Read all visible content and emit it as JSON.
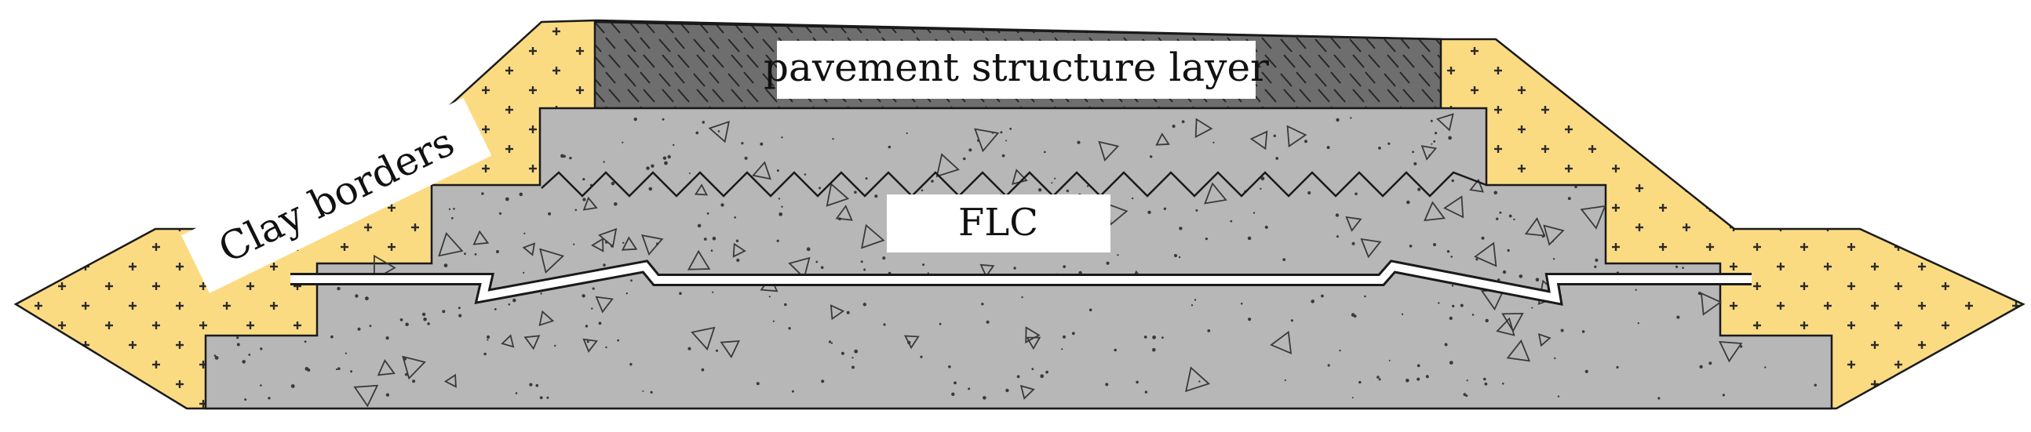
{
  "diagram": {
    "labels": {
      "pavement": "pavement structure layer",
      "flc": "FLC",
      "clay": "Clay borders"
    },
    "colors": {
      "clay_fill": "#FBDB82",
      "clay_mark": "#2B2B2B",
      "flc_fill": "#B7B7B7",
      "flc_speck": "#3A3A3A",
      "pavement_fill": "#6E6E6E",
      "pavement_hatch": "#262626",
      "outline": "#1A1A1A",
      "label_bg": "#FFFFFF"
    }
  }
}
